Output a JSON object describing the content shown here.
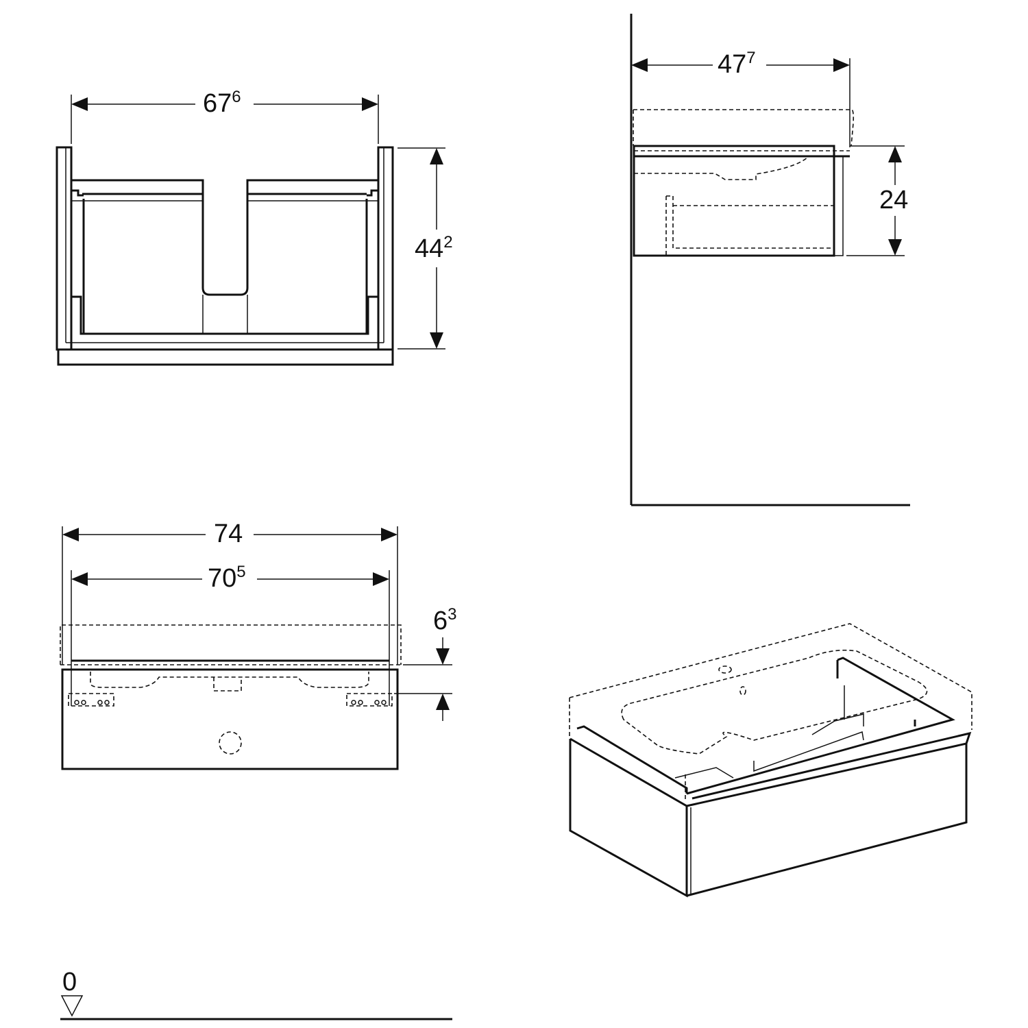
{
  "drawing": {
    "views": {
      "front_section": {
        "width_label": {
          "main": "67",
          "sup": "6"
        },
        "height_label": {
          "main": "44",
          "sup": "2"
        }
      },
      "side_view": {
        "depth_label": {
          "main": "47",
          "sup": "7"
        },
        "height_label": {
          "main": "24",
          "sup": ""
        }
      },
      "front_view": {
        "overall_width_label": {
          "main": "74",
          "sup": ""
        },
        "inner_width_label": {
          "main": "70",
          "sup": "5"
        },
        "offset_label": {
          "main": "6",
          "sup": "3"
        }
      },
      "floor_reference": {
        "label": "0"
      }
    },
    "line_color": "#111111",
    "background": "#ffffff"
  }
}
